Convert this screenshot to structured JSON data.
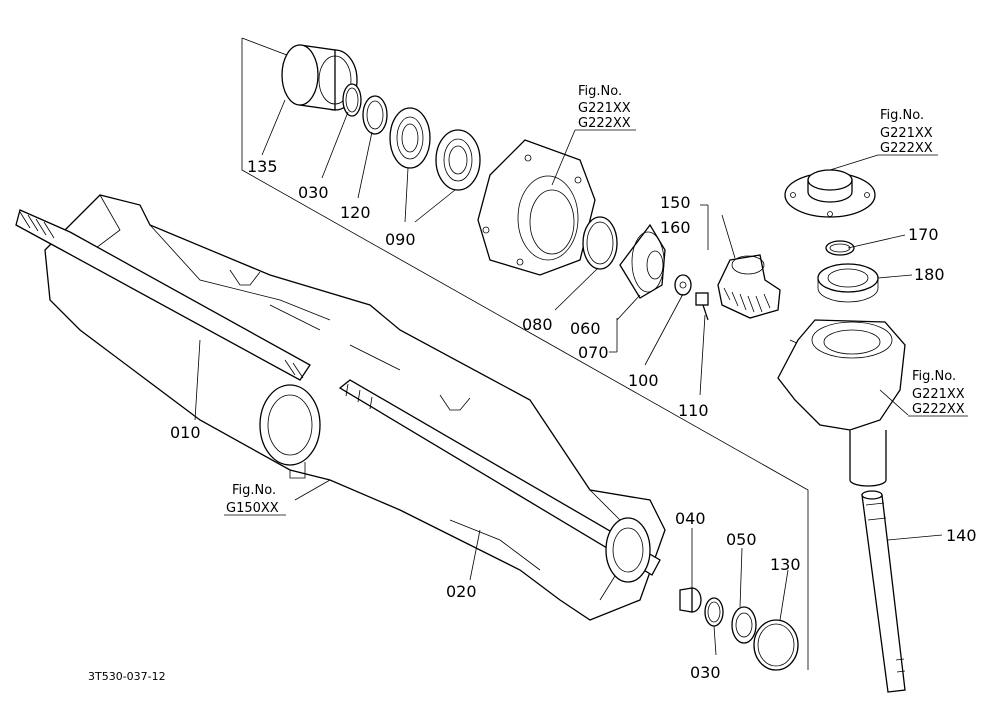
{
  "drawing_code": "3T530-037-12",
  "fig_refs": [
    {
      "heading": "Fig.No.",
      "codes": [
        "G221XX",
        "G222XX"
      ]
    },
    {
      "heading": "Fig.No.",
      "codes": [
        "G221XX",
        "G222XX"
      ]
    },
    {
      "heading": "Fig.No.",
      "codes": [
        "G221XX",
        "G222XX"
      ]
    },
    {
      "heading": "Fig.No.",
      "codes": [
        "G150XX"
      ]
    }
  ],
  "parts": [
    {
      "num": "135"
    },
    {
      "num": "030"
    },
    {
      "num": "120"
    },
    {
      "num": "090"
    },
    {
      "num": "080"
    },
    {
      "num": "060"
    },
    {
      "num": "070"
    },
    {
      "num": "100"
    },
    {
      "num": "110"
    },
    {
      "num": "150"
    },
    {
      "num": "160"
    },
    {
      "num": "170"
    },
    {
      "num": "180"
    },
    {
      "num": "010"
    },
    {
      "num": "020"
    },
    {
      "num": "040"
    },
    {
      "num": "050"
    },
    {
      "num": "130"
    },
    {
      "num": "030"
    },
    {
      "num": "140"
    }
  ]
}
